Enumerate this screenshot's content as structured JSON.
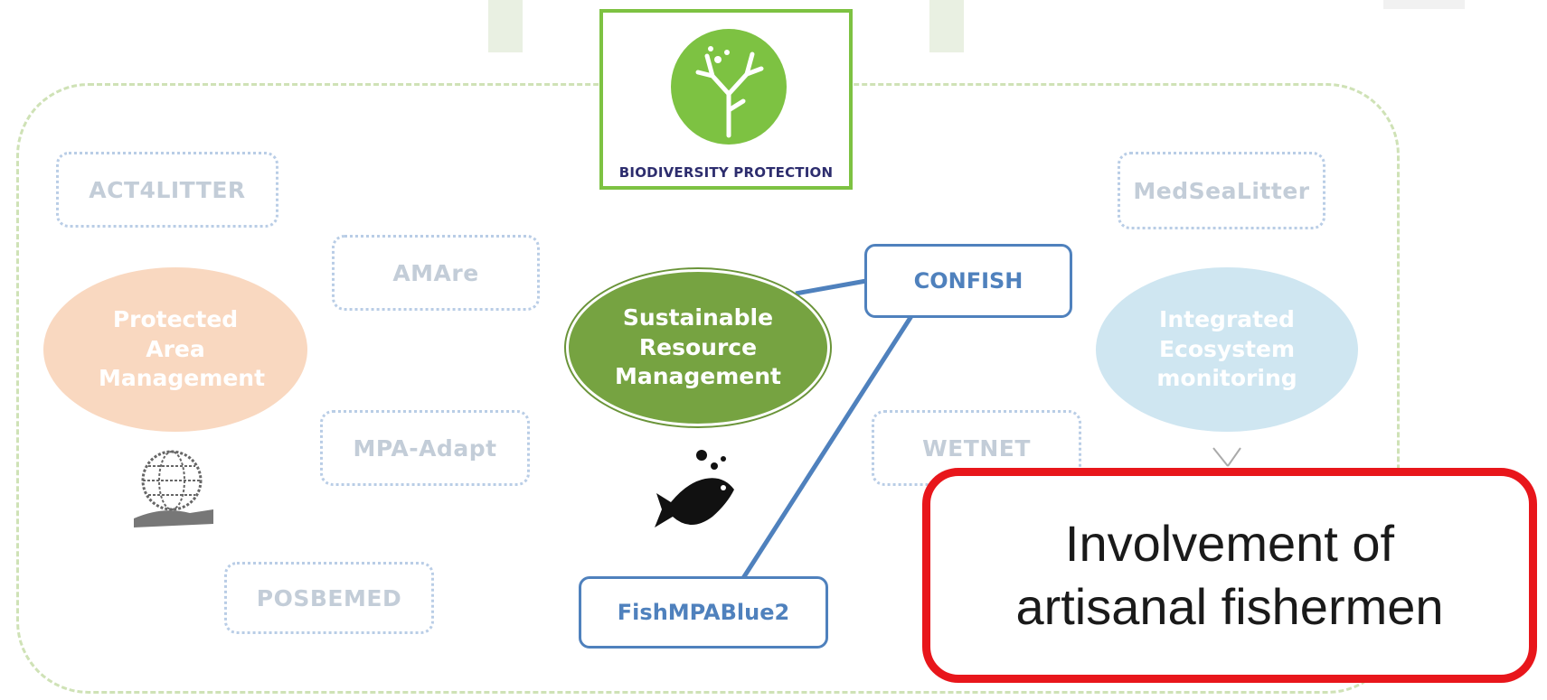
{
  "header_badge": {
    "label": "BIODIVERSITY PROTECTION",
    "icon": "coral-icon",
    "color": "#7dc242"
  },
  "faded_projects": {
    "act4litter": "ACT4LITTER",
    "amare": "AMAre",
    "mpa_adapt": "MPA-Adapt",
    "posbemed": "POSBEMED",
    "medsealitter": "MedSeaLitter",
    "wetnet": "WETNET"
  },
  "faded_themes": {
    "protected_area": "Protected Area Management",
    "integrated_ecosystem": "Integrated Ecosystem monitoring"
  },
  "highlight_theme": {
    "label": "Sustainable Resource Management",
    "color": "#76a341"
  },
  "highlight_projects": {
    "confish": "CONFISH",
    "fishmpablue2": "FishMPABlue2",
    "color": "#4f81bd"
  },
  "icons": {
    "globe": "globe-hand-icon",
    "fish": "fish-icon"
  },
  "callout": {
    "text": "Involvement of\nartisanal  fishermen",
    "border_color": "#e8161b"
  }
}
